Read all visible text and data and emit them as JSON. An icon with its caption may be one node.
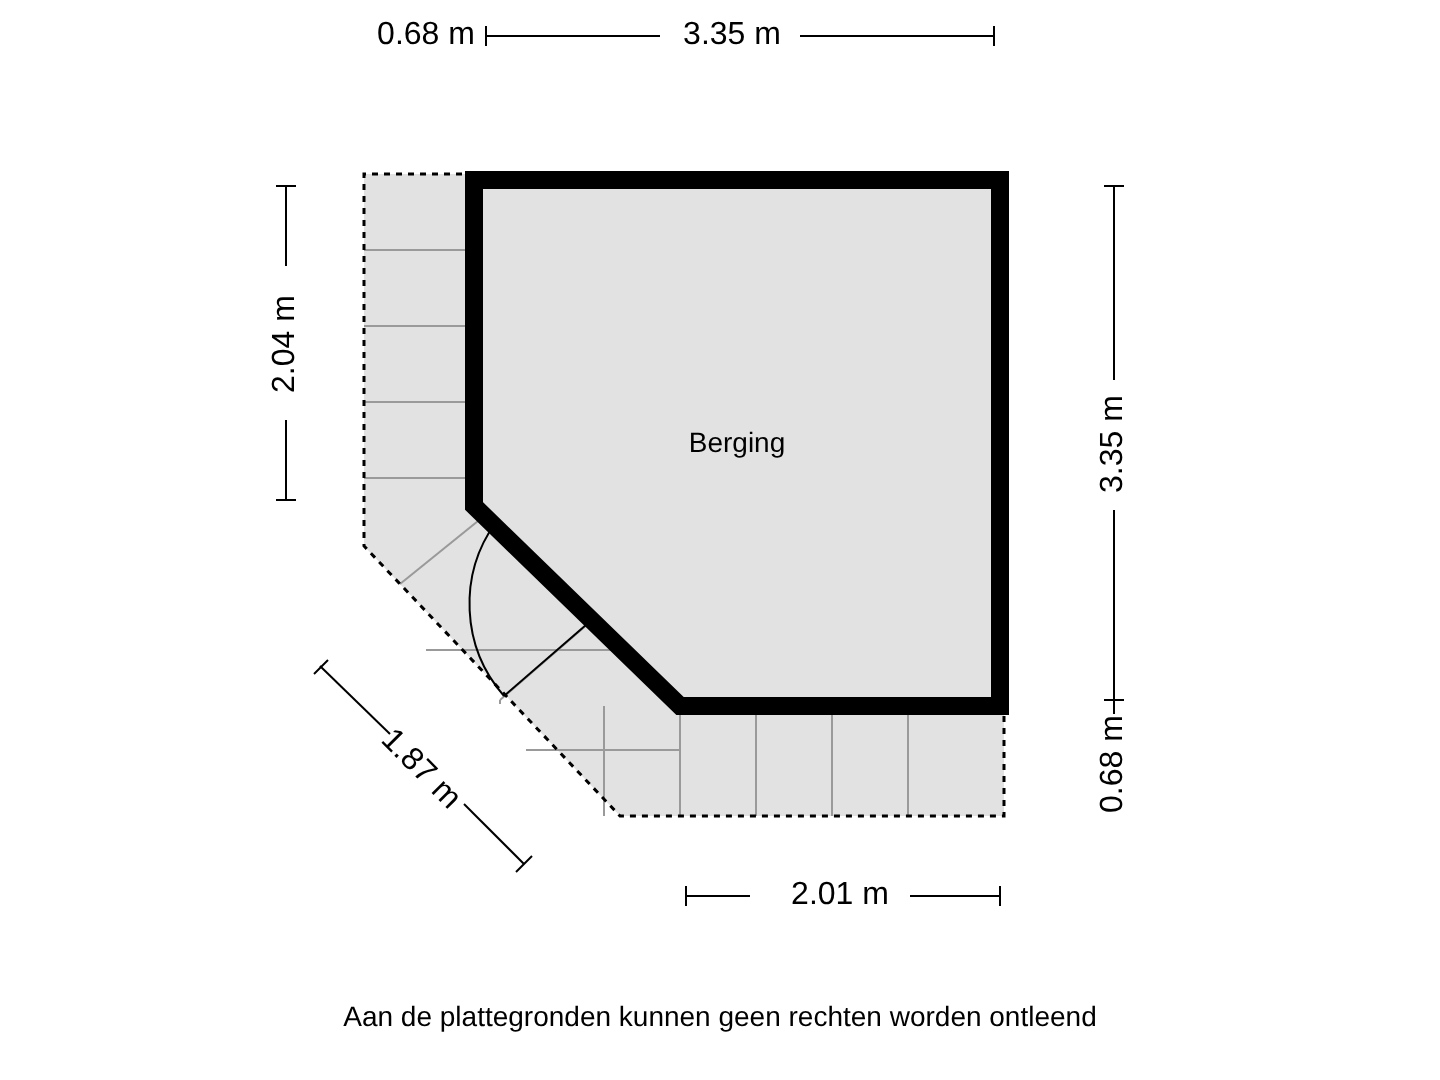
{
  "diagram": {
    "caption": "Aan de plattegronden kunnen geen rechten worden ontleend",
    "nodes": [
      {
        "text": [
          "Berging"
        ]
      }
    ],
    "labels": [
      "0.68 m",
      "3.35 m",
      "2.04 m",
      "3.35 m",
      "0.68 m",
      "1.87 m",
      "2.01 m"
    ]
  }
}
